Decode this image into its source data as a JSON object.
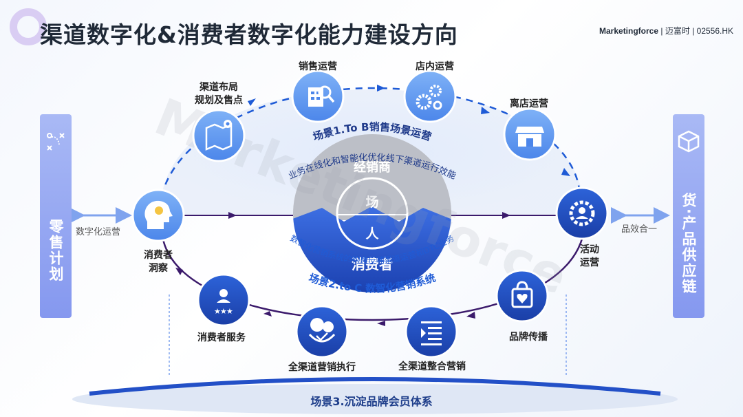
{
  "header": {
    "title": "渠道数字化&消费者数字化能力建设方向",
    "logo_brand": "Marketingforce",
    "logo_cn": "迈富时",
    "logo_code": "02556.HK"
  },
  "left_panel": {
    "label": "零售计划"
  },
  "right_panel": {
    "label": "货·产品供应链"
  },
  "left_arrow_label": "数字化运营",
  "right_arrow_label": "品效合一",
  "nodes": {
    "consumer_insight": "消费者\n洞察",
    "channel_layout": "渠道布局\n规划及售点",
    "sales_ops": "销售运营",
    "store_ops": "店内运营",
    "offstore_ops": "离店运营",
    "activity_ops": "活动\n运营",
    "brand_spread": "品牌传播",
    "omni_integration": "全渠道整合营销",
    "omni_execution": "全渠道营销执行",
    "consumer_service": "消费者服务"
  },
  "center": {
    "dealer": "经销商",
    "place": "场",
    "person": "人",
    "consumer": "消费者"
  },
  "scenes": {
    "scene1_title": "场景1.To B销售场景运营",
    "scene1_desc": "业务在线化和智能化优化线下渠道运行效能",
    "scene2_title": "场景2.to C 数智化营销系统",
    "scene2_desc": "数智化营销系统的构建反哺渠道运营和DTC业务",
    "scene3_title": "场景3.沉淀品牌会员体系"
  },
  "watermark": "Marketingforce",
  "colors": {
    "primary_blue": "#1f5bd6",
    "dark_purple": "#3b1a6b",
    "light_blue": "#6e9be8",
    "panel": "#8e9ff0",
    "grey_dome": "#b9bcc4"
  }
}
